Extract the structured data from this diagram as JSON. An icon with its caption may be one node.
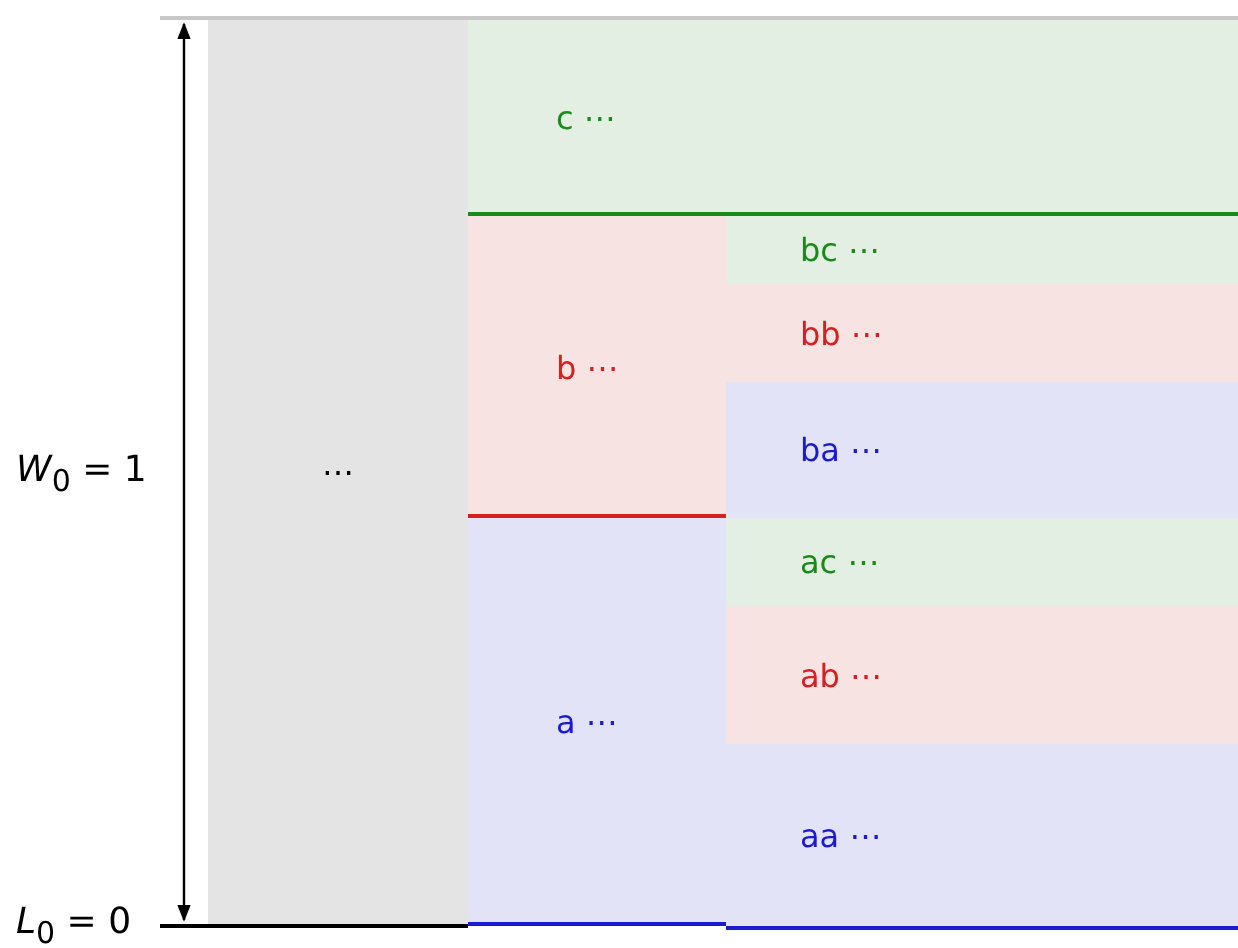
{
  "diagram": {
    "nodes": [
      {
        "text": [
          "⋯"
        ]
      },
      {
        "text": [
          "c ⋯"
        ]
      },
      {
        "text": [
          "b ⋯"
        ]
      },
      {
        "text": [
          "bc ⋯"
        ],
        "in": 2
      },
      {
        "text": [
          "bb ⋯"
        ],
        "in": 2
      },
      {
        "text": [
          "ba ⋯"
        ],
        "in": 2
      },
      {
        "text": [
          "a ⋯"
        ]
      },
      {
        "text": [
          "ac ⋯"
        ],
        "in": 6
      },
      {
        "text": [
          "ab ⋯"
        ],
        "in": 6
      },
      {
        "text": [
          "aa ⋯"
        ],
        "in": 6
      }
    ],
    "edges": [],
    "labels": [
      "*W*$_{0}$ = 1",
      "*L*$_{0}$ = 0"
    ]
  }
}
